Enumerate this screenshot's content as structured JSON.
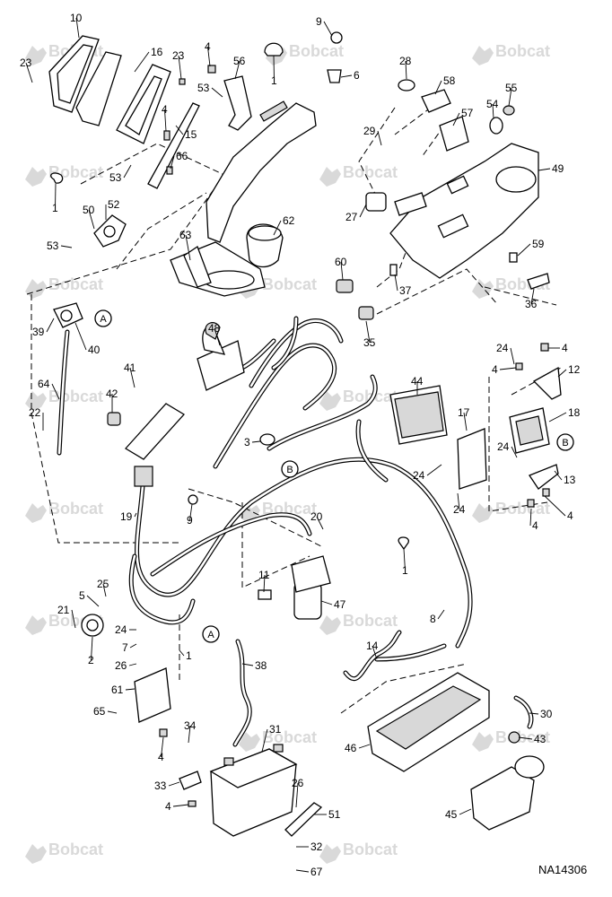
{
  "watermark": {
    "text": "Bobcat",
    "color": "#d9d9d9"
  },
  "drawing_number": "NA14306",
  "connection_refs": [
    "A",
    "B"
  ],
  "callouts": [
    "1",
    "2",
    "3",
    "4",
    "5",
    "6",
    "7",
    "8",
    "9",
    "10",
    "11",
    "12",
    "13",
    "14",
    "15",
    "16",
    "17",
    "18",
    "19",
    "20",
    "21",
    "22",
    "23",
    "24",
    "25",
    "26",
    "27",
    "28",
    "29",
    "30",
    "31",
    "32",
    "33",
    "34",
    "35",
    "36",
    "37",
    "38",
    "39",
    "40",
    "41",
    "42",
    "43",
    "44",
    "45",
    "46",
    "47",
    "48",
    "49",
    "50",
    "51",
    "52",
    "53",
    "54",
    "55",
    "56",
    "57",
    "58",
    "59",
    "60",
    "61",
    "62",
    "63",
    "64",
    "65",
    "66",
    "67"
  ]
}
